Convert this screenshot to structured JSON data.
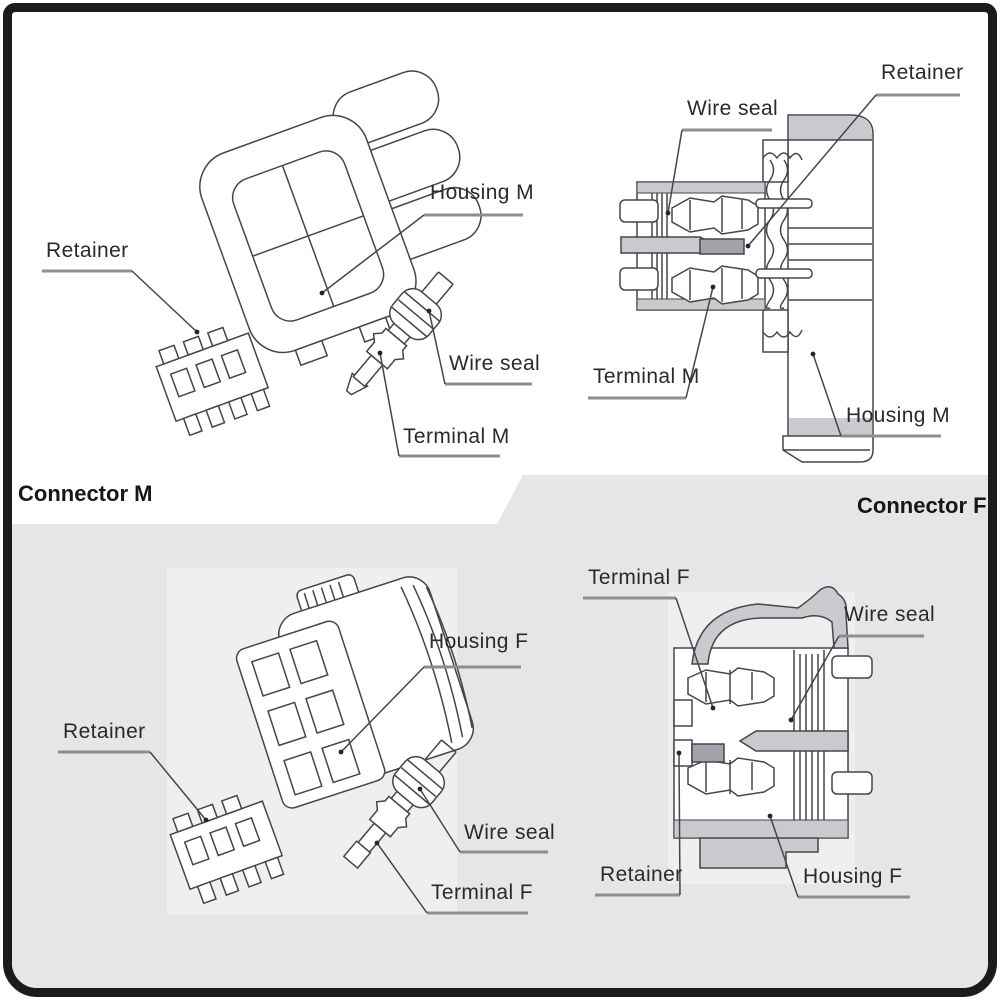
{
  "page": {
    "title_m": "Connector M",
    "title_f": "Connector F"
  },
  "labels": {
    "m_exploded": {
      "retainer": "Retainer",
      "housing": "Housing M",
      "wire_seal": "Wire seal",
      "terminal": "Terminal M"
    },
    "m_section": {
      "wire_seal": "Wire seal",
      "retainer": "Retainer",
      "terminal": "Terminal M",
      "housing": "Housing M"
    },
    "f_exploded": {
      "retainer": "Retainer",
      "housing": "Housing F",
      "wire_seal": "Wire seal",
      "terminal": "Terminal F"
    },
    "f_section": {
      "terminal": "Terminal F",
      "wire_seal": "Wire seal",
      "retainer": "Retainer",
      "housing": "Housing F"
    }
  },
  "colors": {
    "frame_border": "#1b1b1b",
    "top_background": "#ffffff",
    "bottom_background": "#e6e6e8",
    "inset_panel": "#eef0ef",
    "line_art_stroke": "#45454b",
    "section_fill": "#cacace",
    "dark_part_fill": "#a2a2a8",
    "label_underline": "#8e8e92",
    "label_text": "#2a2a2e"
  }
}
